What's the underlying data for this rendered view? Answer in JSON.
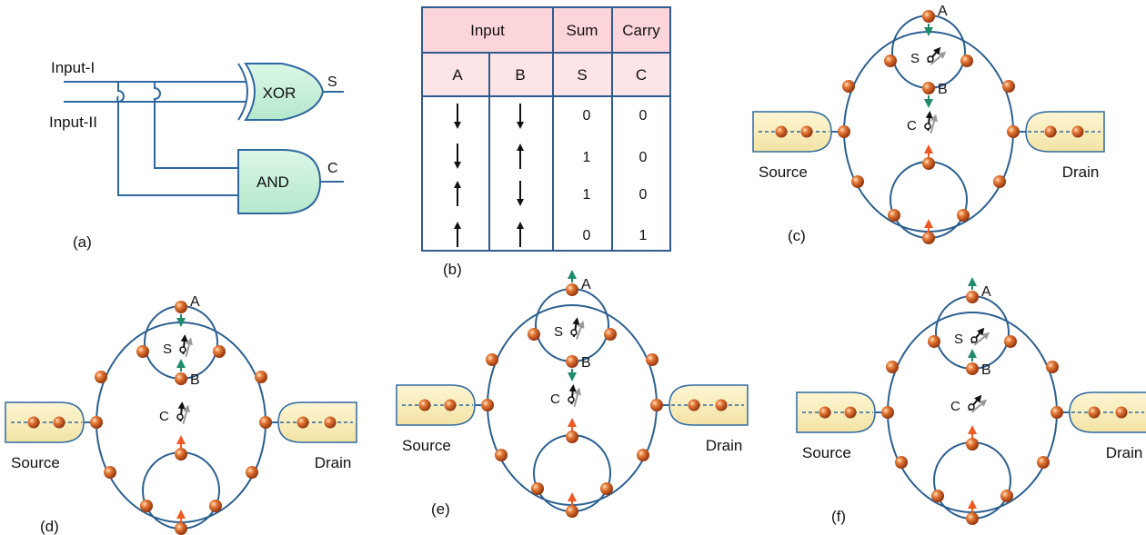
{
  "panel_labels": {
    "a": "(a)",
    "b": "(b)",
    "c": "(c)",
    "d": "(d)",
    "e": "(e)",
    "f": "(f)"
  },
  "circuit": {
    "input1": "Input-I",
    "input2": "Input-II",
    "xor_gate": "XOR",
    "and_gate": "AND",
    "out_sum": "S",
    "out_carry": "C"
  },
  "truth_table": {
    "group_header": "Input",
    "sum_header": "Sum",
    "carry_header": "Carry",
    "col_a": "A",
    "col_b": "B",
    "col_s": "S",
    "col_c": "C",
    "rows": [
      {
        "a": "down",
        "b": "down",
        "s": "0",
        "c": "0"
      },
      {
        "a": "down",
        "b": "up",
        "s": "1",
        "c": "0"
      },
      {
        "a": "up",
        "b": "down",
        "s": "1",
        "c": "0"
      },
      {
        "a": "up",
        "b": "up",
        "s": "0",
        "c": "1"
      }
    ]
  },
  "device": {
    "source": "Source",
    "drain": "Drain",
    "label_a": "A",
    "label_b": "B",
    "label_s": "S",
    "label_c": "C"
  },
  "configurations": [
    {
      "panel": "c",
      "spin_a": "down",
      "spin_b": "down"
    },
    {
      "panel": "d",
      "spin_a": "down",
      "spin_b": "up"
    },
    {
      "panel": "e",
      "spin_a": "up",
      "spin_b": "down"
    },
    {
      "panel": "f",
      "spin_a": "up",
      "spin_b": "up"
    }
  ],
  "colors": {
    "wire": "#2f68a0",
    "gate_fill": "#c7f0d8",
    "table_header": "#fbd5d9",
    "table_subheader": "#fde4e6",
    "electrode": "#faf0c0",
    "atom": "#d35a1e",
    "spin_teal": "#1f8a6c",
    "spin_orange": "#ee5a24"
  }
}
